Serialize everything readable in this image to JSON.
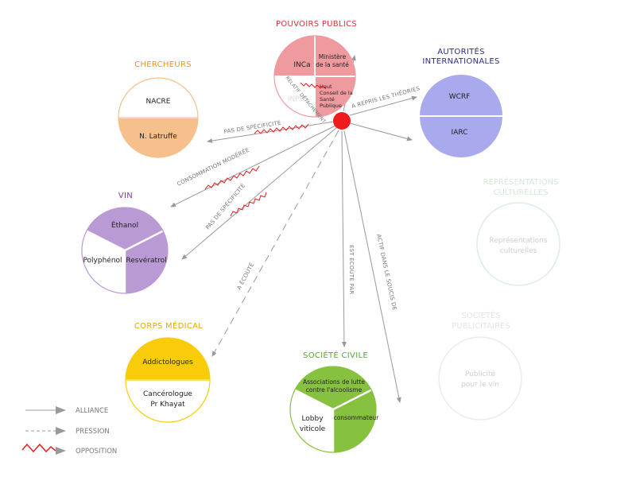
{
  "colors": {
    "pouvoirs": "#d9323a",
    "pouvoirs_fill": "#ef9a9f",
    "chercheurs": "#e8962a",
    "chercheurs_fill": "#f6c08d",
    "autorites": "#2c2f7a",
    "autorites_fill": "#a9aaee",
    "vin": "#7d3c98",
    "vin_fill": "#b99ad4",
    "corps": "#e8a60a",
    "corps_fill": "#f8cc0a",
    "societe": "#5aa62f",
    "societe_fill": "#86c13f",
    "faded_green": "#dbeee0",
    "faded_grey": "#ececec",
    "hub": "#ee1c1c",
    "arrow": "#999999",
    "opposition": "#e0201e"
  },
  "groups": {
    "pouvoirs_publics": {
      "title": "POUVOIRS PUBLICS",
      "nodes": {
        "inca": "INCa",
        "ministere_l1": "Ministère",
        "ministere_l2": "de la santé",
        "inpes": "INPES",
        "hcsp_l1": "Haut",
        "hcsp_l2": "Conseil de la",
        "hcsp_l3": "Santé",
        "hcsp_l4": "Publique"
      },
      "inner_label": "RELATIF DÉTACHEMENT"
    },
    "chercheurs": {
      "title": "CHERCHEURS",
      "nodes": {
        "top": "NACRE",
        "bottom": "N. Latruffe"
      }
    },
    "autorites": {
      "title_l1": "AUTORITÉS",
      "title_l2": "INTERNATIONALES",
      "nodes": {
        "top": "WCRF",
        "bottom": "IARC"
      }
    },
    "vin": {
      "title": "VIN",
      "nodes": {
        "top": "Éthanol",
        "left": "Polyphénol",
        "right": "Resvératrol"
      }
    },
    "corps_medical": {
      "title": "CORPS MÉDICAL",
      "nodes": {
        "top": "Addictologues",
        "bottom_l1": "Cancérologue",
        "bottom_l2": "Pr Khayat"
      }
    },
    "societe_civile": {
      "title": "SOCIÉTÉ CIVILE",
      "nodes": {
        "top_l1": "Associations de lutte",
        "top_l2": "contre l'alcoolisme",
        "left_l1": "Lobby",
        "left_l2": "viticole",
        "right": "consommateur"
      }
    },
    "representations": {
      "title_l1": "REPRÉSENTATIONS",
      "title_l2": "CULTURELLES",
      "node_l1": "Représentations",
      "node_l2": "culturelles"
    },
    "societes_pub": {
      "title_l1": "SOCIÉTÉS",
      "title_l2": "PUBLICITAIRES",
      "node_l1": "Publicité",
      "node_l2": "pour le vin"
    }
  },
  "edges": {
    "repris_theories": "A REPRIS LES THÉORIES",
    "pas_specificite_1": "PAS DE SPÉCIFICITÉ",
    "consommation_moderee": "CONSOMMATION MODÉRÉE",
    "pas_specificite_2": "PAS DE SPÉCIFICITÉ",
    "a_ecoute": "A ÉCOUTÉ",
    "est_ecoute_par": "EST ÉCOUTÉ PAR",
    "actif_souci": "ACTIF DANS LE SOUCIS DE"
  },
  "legend": {
    "alliance": "ALLIANCE",
    "pression": "PRESSION",
    "opposition": "OPPOSITION"
  }
}
